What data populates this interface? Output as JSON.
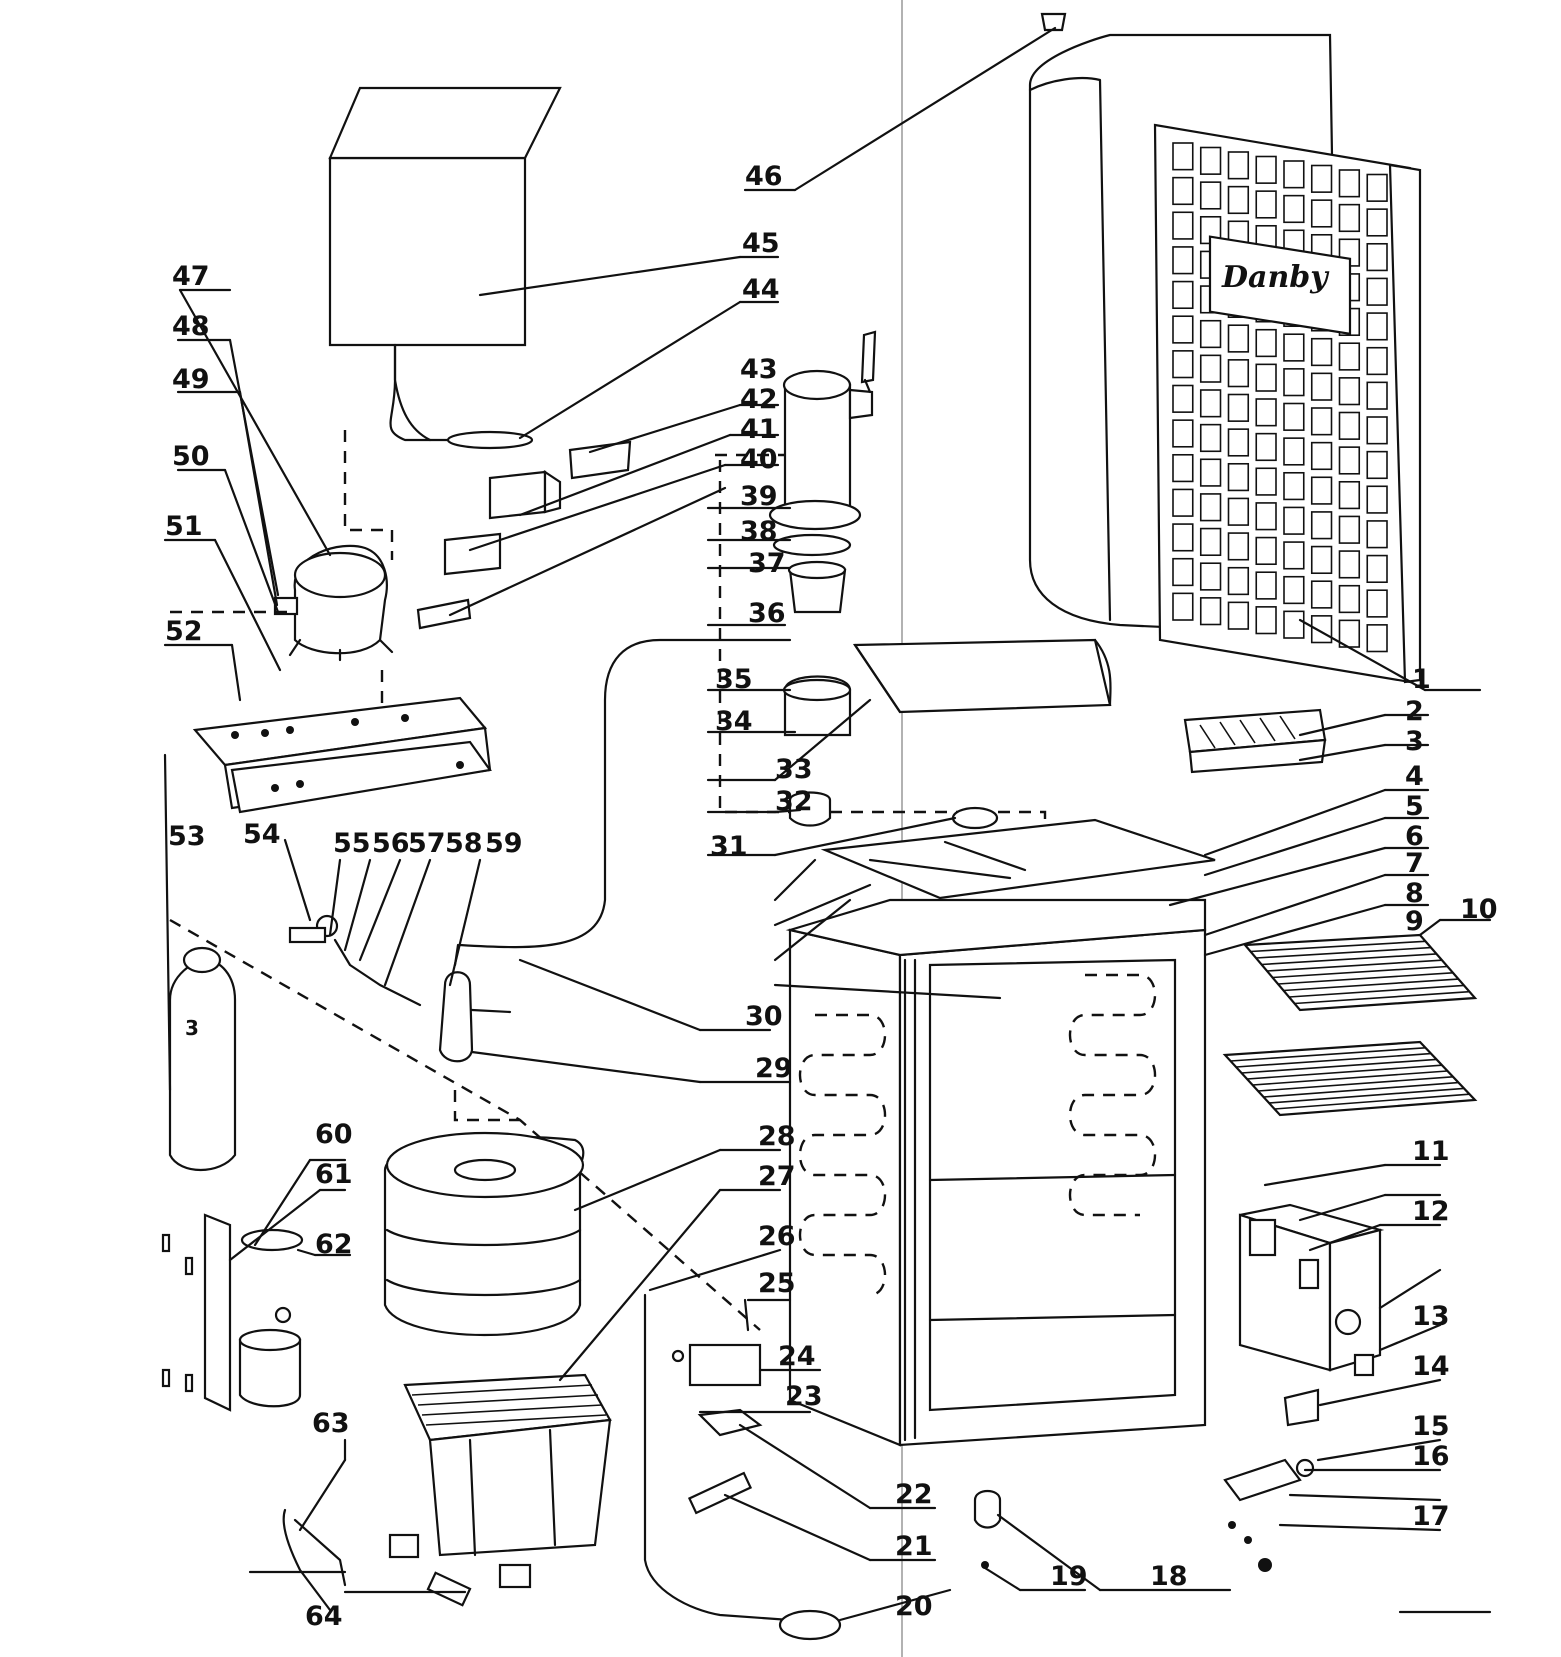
{
  "diagram": {
    "brand_text": "Danby",
    "part_numbers": [
      "1",
      "2",
      "3",
      "4",
      "5",
      "6",
      "7",
      "8",
      "9",
      "10",
      "11",
      "12",
      "13",
      "14",
      "15",
      "16",
      "17",
      "18",
      "19",
      "20",
      "21",
      "22",
      "23",
      "24",
      "25",
      "26",
      "27",
      "28",
      "29",
      "30",
      "31",
      "32",
      "33",
      "34",
      "35",
      "36",
      "37",
      "38",
      "39",
      "40",
      "41",
      "42",
      "43",
      "44",
      "45",
      "46",
      "47",
      "48",
      "49",
      "50",
      "51",
      "52",
      "53",
      "54",
      "55",
      "56",
      "57",
      "58",
      "59",
      "60",
      "61",
      "62",
      "63",
      "64"
    ],
    "icons": {
      "co2-tank": "gas-cylinder",
      "beer-keg": "keg",
      "compressor": "compressor",
      "tower": "beer-tower",
      "door": "door-panel"
    }
  }
}
